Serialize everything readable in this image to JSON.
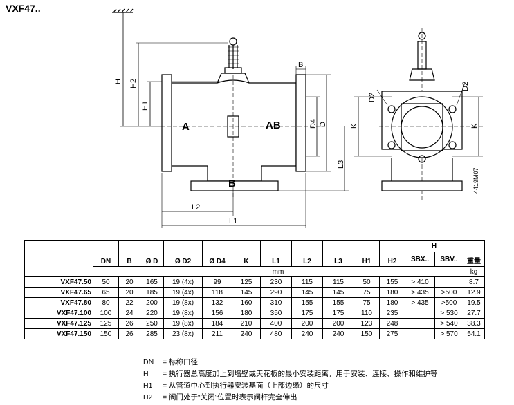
{
  "title": "VXF47..",
  "drawing": {
    "port_a": "A",
    "port_ab": "AB",
    "port_b": "B",
    "dim_h": "H",
    "dim_h1": "H1",
    "dim_h2": "H2",
    "dim_b": "B",
    "dim_d": "D",
    "dim_d4": "D4",
    "dim_l1": "L1",
    "dim_l2": "L2",
    "dim_l3": "L3",
    "dim_k": "K",
    "dim_k_right": "K",
    "dim_d2": "D2",
    "dim_d2_right": "D2",
    "doc_id": "4419M07"
  },
  "table": {
    "h_group": "H",
    "headers": [
      "DN",
      "B",
      "Ø D",
      "Ø D2",
      "Ø D4",
      "K",
      "L1",
      "L2",
      "L3",
      "H1",
      "H2",
      "SBX..",
      "SBV..",
      "重量"
    ],
    "unit_mm": "mm",
    "unit_kg": "kg",
    "rows": [
      {
        "model": "VXF47.50",
        "DN": "50",
        "B": "20",
        "D": "165",
        "D2": "19 (4x)",
        "D4": "99",
        "K": "125",
        "L1": "230",
        "L2": "115",
        "L3": "115",
        "H1": "50",
        "H2": "155",
        "SBX": "> 410",
        "SBV": "",
        "W": "8.7"
      },
      {
        "model": "VXF47.65",
        "DN": "65",
        "B": "20",
        "D": "185",
        "D2": "19 (4x)",
        "D4": "118",
        "K": "145",
        "L1": "290",
        "L2": "145",
        "L3": "145",
        "H1": "75",
        "H2": "180",
        "SBX": "> 435",
        "SBV": ">500",
        "W": "12.9"
      },
      {
        "model": "VXF47.80",
        "DN": "80",
        "B": "22",
        "D": "200",
        "D2": "19 (8x)",
        "D4": "132",
        "K": "160",
        "L1": "310",
        "L2": "155",
        "L3": "155",
        "H1": "75",
        "H2": "180",
        "SBX": "> 435",
        "SBV": ">500",
        "W": "19.5"
      },
      {
        "model": "VXF47.100",
        "DN": "100",
        "B": "24",
        "D": "220",
        "D2": "19 (8x)",
        "D4": "156",
        "K": "180",
        "L1": "350",
        "L2": "175",
        "L3": "175",
        "H1": "110",
        "H2": "235",
        "SBX": "",
        "SBV": "> 530",
        "W": "27.7"
      },
      {
        "model": "VXF47.125",
        "DN": "125",
        "B": "26",
        "D": "250",
        "D2": "19 (8x)",
        "D4": "184",
        "K": "210",
        "L1": "400",
        "L2": "200",
        "L3": "200",
        "H1": "123",
        "H2": "248",
        "SBX": "",
        "SBV": "> 540",
        "W": "38.3"
      },
      {
        "model": "VXF47.150",
        "DN": "150",
        "B": "26",
        "D": "285",
        "D2": "23 (8x)",
        "D4": "211",
        "K": "240",
        "L1": "480",
        "L2": "240",
        "L3": "240",
        "H1": "150",
        "H2": "275",
        "SBX": "",
        "SBV": "> 570",
        "W": "54.1"
      }
    ]
  },
  "legend": [
    {
      "key": "DN",
      "text": "= 标称口径"
    },
    {
      "key": "H",
      "text": "= 执行器总高度加上到墙壁或天花板的最小安装距离，用于安装、连接、操作和维护等"
    },
    {
      "key": "H1",
      "text": "= 从管道中心到执行器安装基面（上部边缘）的尺寸"
    },
    {
      "key": "H2",
      "text": "= 阀门处于“关闭”位置时表示阀杆完全伸出"
    }
  ]
}
